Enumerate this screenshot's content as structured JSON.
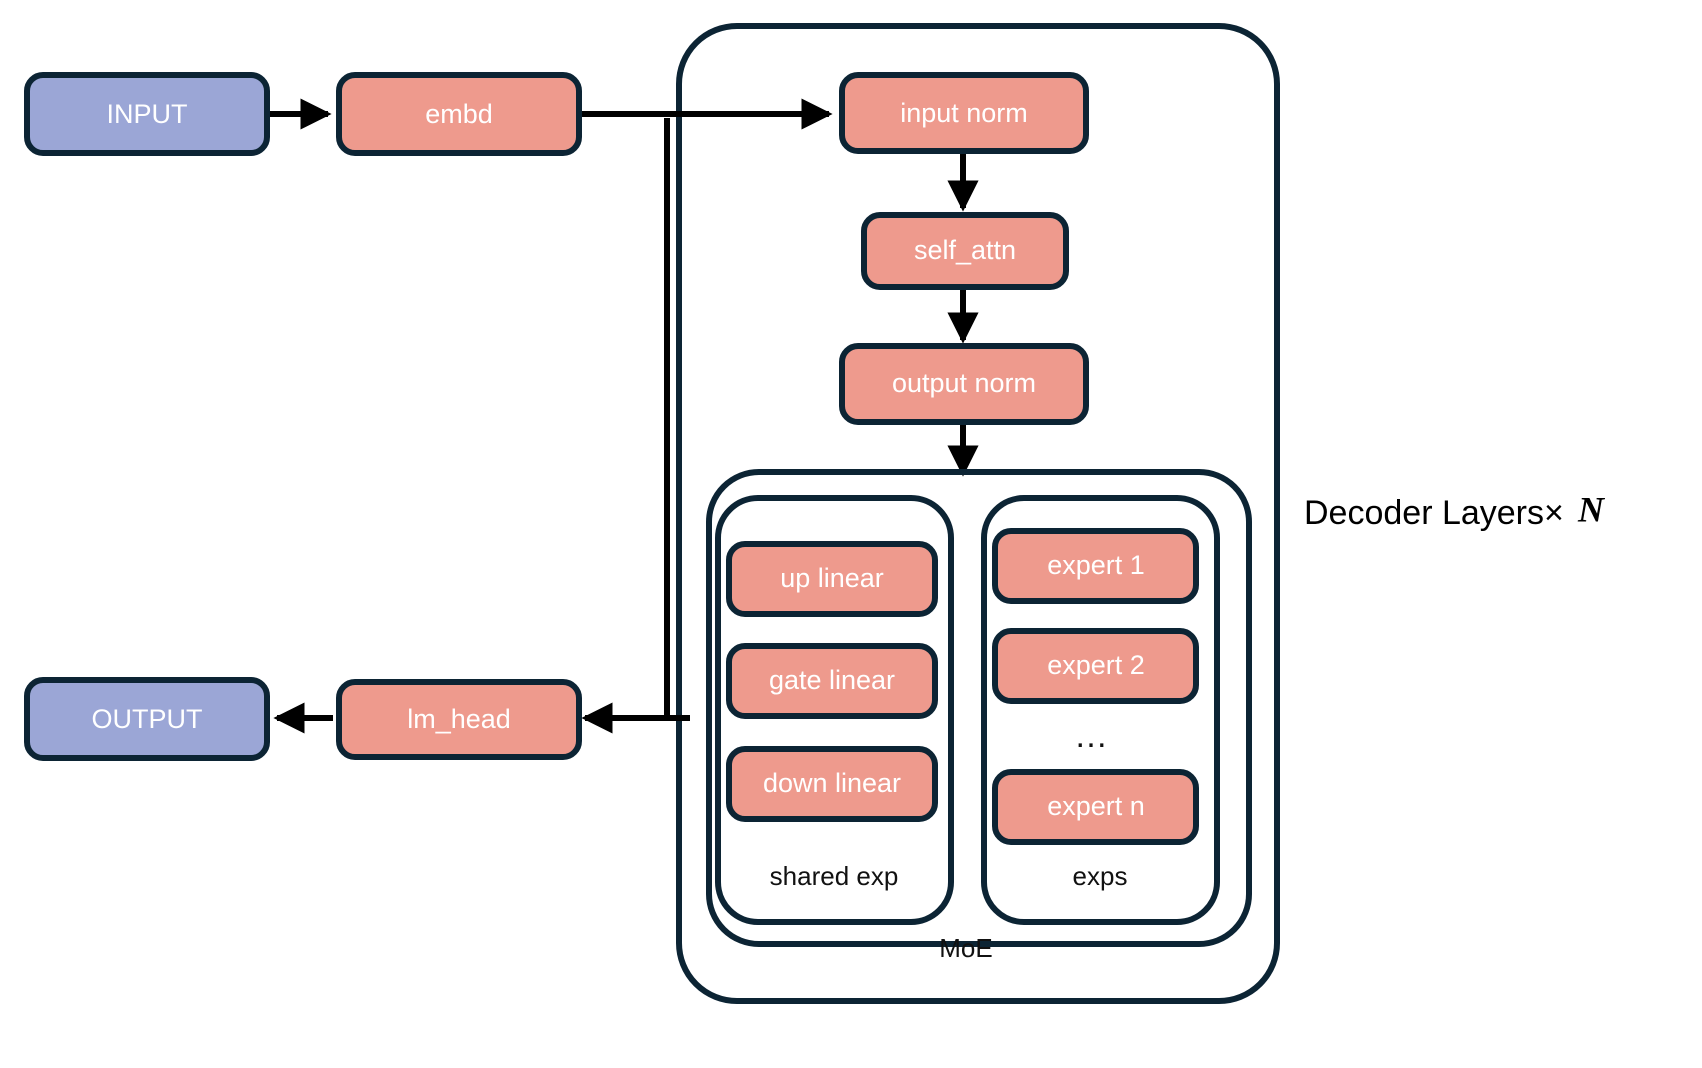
{
  "diagram": {
    "title_annotation": {
      "text": "Decoder Layers×",
      "variable": "N"
    },
    "colors": {
      "io_fill": "#9ba6d6",
      "module_fill": "#ee9a8d",
      "outline": "#0c2434",
      "edge": "#000000",
      "background": "#ffffff",
      "label_text": "#ffffff",
      "group_text": "#111111"
    },
    "nodes": {
      "input": {
        "label": "INPUT",
        "kind": "io"
      },
      "embd": {
        "label": "embd",
        "kind": "module"
      },
      "input_norm": {
        "label": "input norm",
        "kind": "module"
      },
      "self_attn": {
        "label": "self_attn",
        "kind": "module"
      },
      "output_norm": {
        "label": "output norm",
        "kind": "module"
      },
      "up_linear": {
        "label": "up linear",
        "kind": "module"
      },
      "gate_linear": {
        "label": "gate linear",
        "kind": "module"
      },
      "down_linear": {
        "label": "down linear",
        "kind": "module"
      },
      "expert_1": {
        "label": "expert 1",
        "kind": "module"
      },
      "expert_2": {
        "label": "expert 2",
        "kind": "module"
      },
      "experts_ellipsis": {
        "label": "…",
        "kind": "text"
      },
      "expert_n": {
        "label": "expert n",
        "kind": "module"
      },
      "lm_head": {
        "label": "lm_head",
        "kind": "module"
      },
      "output": {
        "label": "OUTPUT",
        "kind": "io"
      }
    },
    "groups": {
      "decoder_layers": {
        "label": ""
      },
      "moe": {
        "label": "MoE"
      },
      "shared_exp": {
        "label": "shared exp"
      },
      "exps": {
        "label": "exps"
      }
    },
    "edges": [
      {
        "from": "input",
        "to": "embd"
      },
      {
        "from": "embd",
        "to": "input_norm"
      },
      {
        "from": "input_norm",
        "to": "self_attn"
      },
      {
        "from": "self_attn",
        "to": "output_norm"
      },
      {
        "from": "output_norm",
        "to": "moe"
      },
      {
        "from": "moe",
        "to": "lm_head"
      },
      {
        "from": "lm_head",
        "to": "output"
      }
    ]
  }
}
